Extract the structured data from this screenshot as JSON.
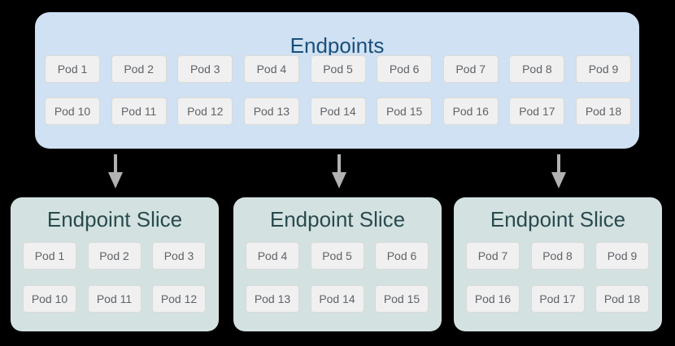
{
  "diagram": {
    "endpoints": {
      "title": "Endpoints",
      "rows": [
        [
          "Pod 1",
          "Pod 2",
          "Pod 3",
          "Pod 4",
          "Pod 5",
          "Pod 6",
          "Pod 7",
          "Pod 8",
          "Pod 9"
        ],
        [
          "Pod 10",
          "Pod 11",
          "Pod 12",
          "Pod 13",
          "Pod 14",
          "Pod 15",
          "Pod 16",
          "Pod 17",
          "Pod 18"
        ]
      ]
    },
    "slices": [
      {
        "title": "Endpoint Slice",
        "rows": [
          [
            "Pod 1",
            "Pod 2",
            "Pod 3"
          ],
          [
            "Pod 10",
            "Pod 11",
            "Pod 12"
          ]
        ]
      },
      {
        "title": "Endpoint Slice",
        "rows": [
          [
            "Pod 4",
            "Pod 5",
            "Pod 6"
          ],
          [
            "Pod 13",
            "Pod 14",
            "Pod 15"
          ]
        ]
      },
      {
        "title": "Endpoint Slice",
        "rows": [
          [
            "Pod 7",
            "Pod 8",
            "Pod 9"
          ],
          [
            "Pod 16",
            "Pod 17",
            "Pod 18"
          ]
        ]
      }
    ],
    "arrow_count": 3,
    "colors": {
      "canvas_background": "#000000",
      "endpoints_box": "#cfe1f2",
      "endpoints_title_text": "#1b4f7c",
      "slice_box": "#d3e2e0",
      "slice_title_text": "#2a4a4f",
      "pod_fill": "#f0f0f0",
      "pod_border": "#d9d9d9",
      "pod_text": "#5f6368",
      "arrow": "#b2b2b2"
    }
  }
}
